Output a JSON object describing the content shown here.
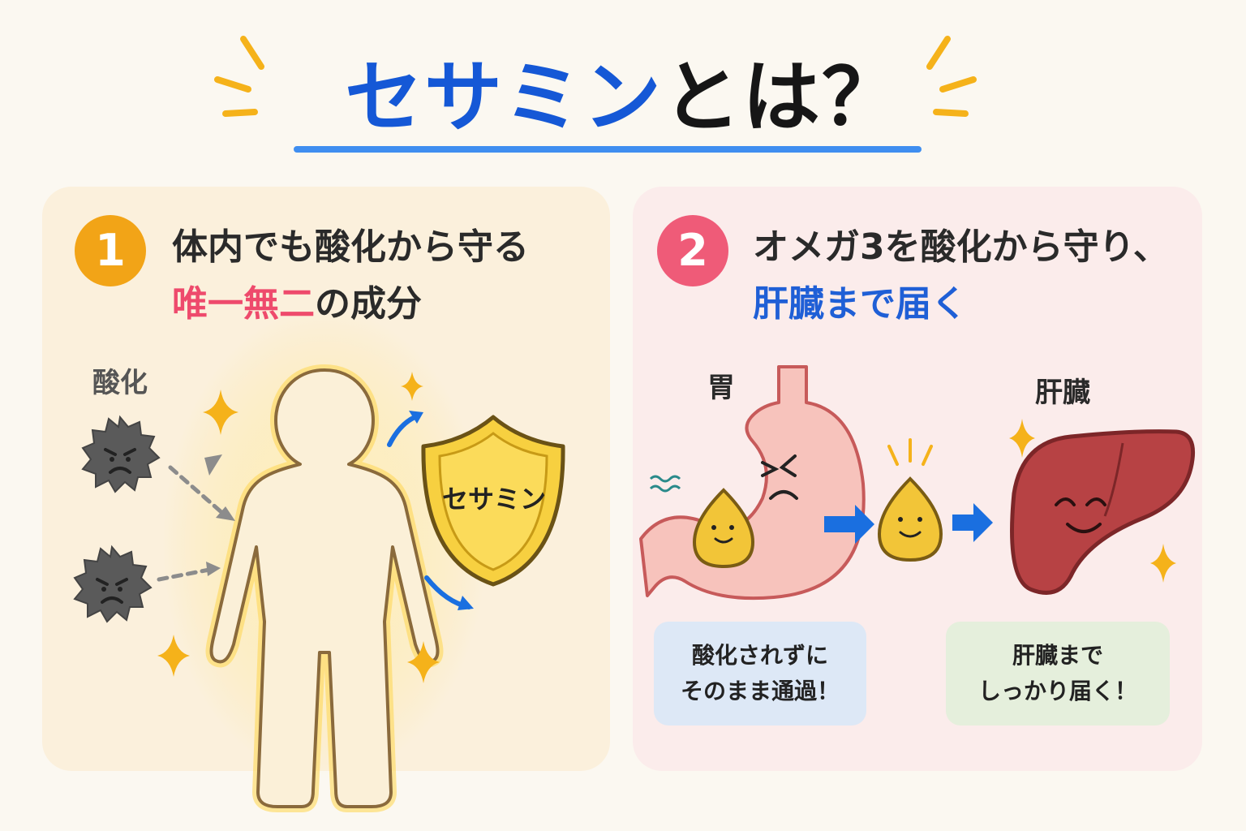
{
  "title": {
    "part_blue": "セサミン",
    "part_dark": "とは？"
  },
  "colors": {
    "title_blue": "#1558d6",
    "accent_yellow": "#f2a417",
    "accent_pink": "#ee4a6c",
    "accent_blue": "#1f5fd6"
  },
  "panel1": {
    "number": "1",
    "heading_line1": "体内でも酸化から守る",
    "heading_line2_highlight": "唯一無二",
    "heading_line2_rest": "の成分",
    "oxidation_label": "酸化",
    "shield_label": "セサミン",
    "icons": [
      "sparkle-icon",
      "virus-icon",
      "shield-icon",
      "human-silhouette"
    ]
  },
  "panel2": {
    "number": "2",
    "heading_line1": "オメガ3を酸化から守り、",
    "heading_line2": "肝臓まで届く",
    "stomach_label": "胃",
    "liver_label": "肝臓",
    "bubble1_line1": "酸化されずに",
    "bubble1_line2": "そのまま通過！",
    "bubble2_line1": "肝臓まで",
    "bubble2_line2": "しっかり届く！",
    "icons": [
      "stomach-icon",
      "oil-drop-icon",
      "arrow-right-icon",
      "liver-icon"
    ]
  }
}
